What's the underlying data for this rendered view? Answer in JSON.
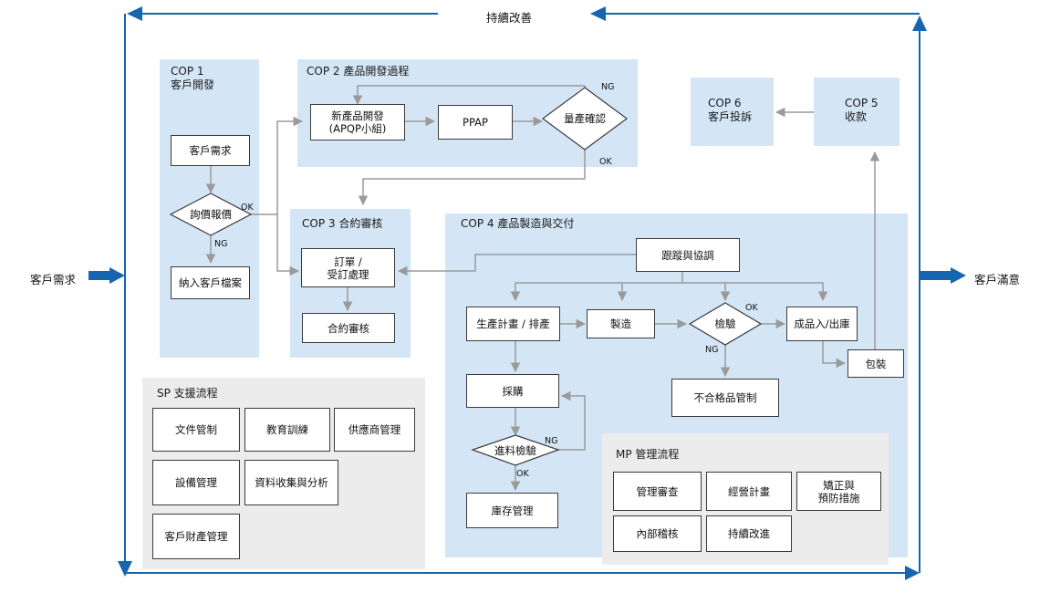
{
  "improvement": "持續改善",
  "input": "客戶需求",
  "output": "客戶滿意",
  "cop1": {
    "title": "COP 1",
    "subtitle": "客戶開發",
    "req": "客戶需求",
    "quote": "詢價報價",
    "file": "納入客戶檔案"
  },
  "cop2": {
    "title": "COP 2  產品開發過程",
    "newprod": "新產品開發\n(APQP小組)",
    "ppap": "PPAP",
    "confirm": "量產確認"
  },
  "cop3": {
    "title": "COP 3 合約審核",
    "order": "訂單 /\n受訂處理",
    "review": "合約審核"
  },
  "cop4": {
    "title": "COP 4 產品製造與交付",
    "track": "跟蹤與協調",
    "plan": "生產計畫 / 排產",
    "make": "製造",
    "inspect": "檢驗",
    "stock": "成品入/出庫",
    "pack": "包裝",
    "nonconf": "不合格品管制",
    "purchase": "採購",
    "incoming": "進料檢驗",
    "warehouse": "庫存管理"
  },
  "cop5": {
    "title": "COP 5",
    "subtitle": "收款"
  },
  "cop6": {
    "title": "COP 6",
    "subtitle": "客戶投訴"
  },
  "sp": {
    "title": "SP 支援流程",
    "items": [
      "文件管制",
      "教育訓練",
      "供應商管理",
      "設備管理",
      "資料收集與分析",
      "客戶財產管理"
    ]
  },
  "mp": {
    "title": "MP 管理流程",
    "items": [
      "管理審查",
      "經營計畫",
      "矯正與\n預防措施",
      "內部稽核",
      "持續改進"
    ]
  },
  "labels": {
    "ok": "OK",
    "ng": "NG"
  },
  "colors": {
    "blue_arrow": "#1565b0",
    "zone_blue": "#d4e6f6",
    "zone_gray": "#ececec",
    "connector": "#9a9a9a"
  }
}
